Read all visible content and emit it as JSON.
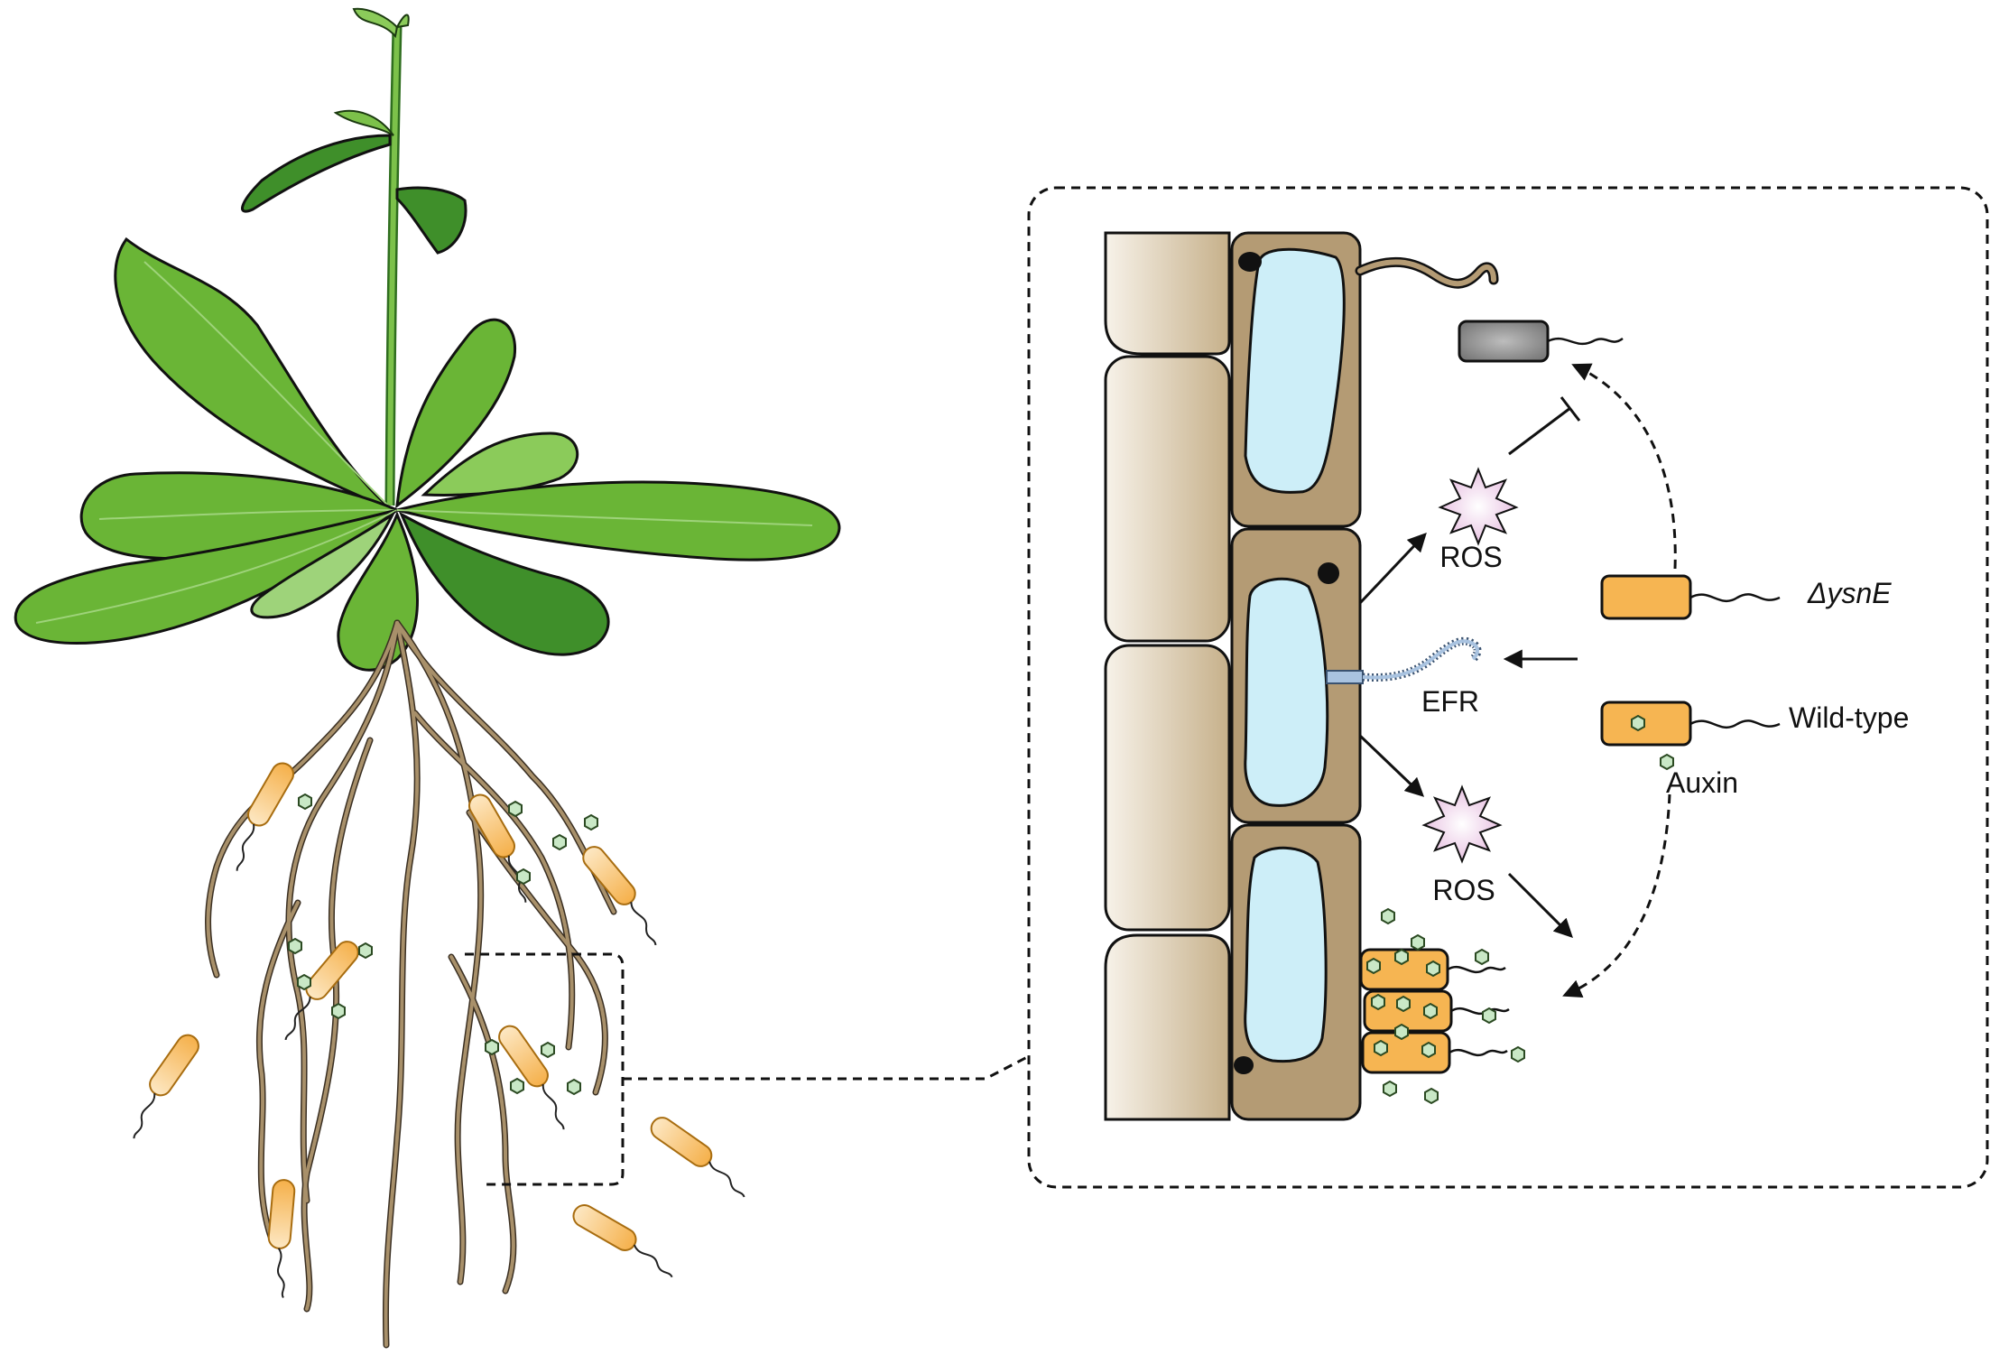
{
  "labels": {
    "ros_upper": "ROS",
    "ros_lower": "ROS",
    "efr": "EFR",
    "mutant_delta": "Δ",
    "mutant_gene": "ysnE",
    "wild_type": "Wild-type",
    "auxin": "Auxin"
  },
  "colors": {
    "leaf": "#6ab536",
    "leaf_dark": "#3f8f2a",
    "root": "#a8906a",
    "bacterium": "#f6b552",
    "bacterium_light": "#fce3b8",
    "auxin": "#c9e8c6",
    "ros": "#eecbe8",
    "vacuole": "#cdeef8",
    "cortex_cell": "#b49b74",
    "epidermis_cell": "#efe5d3",
    "inhibited_bacterium": "#8e8e8e"
  }
}
